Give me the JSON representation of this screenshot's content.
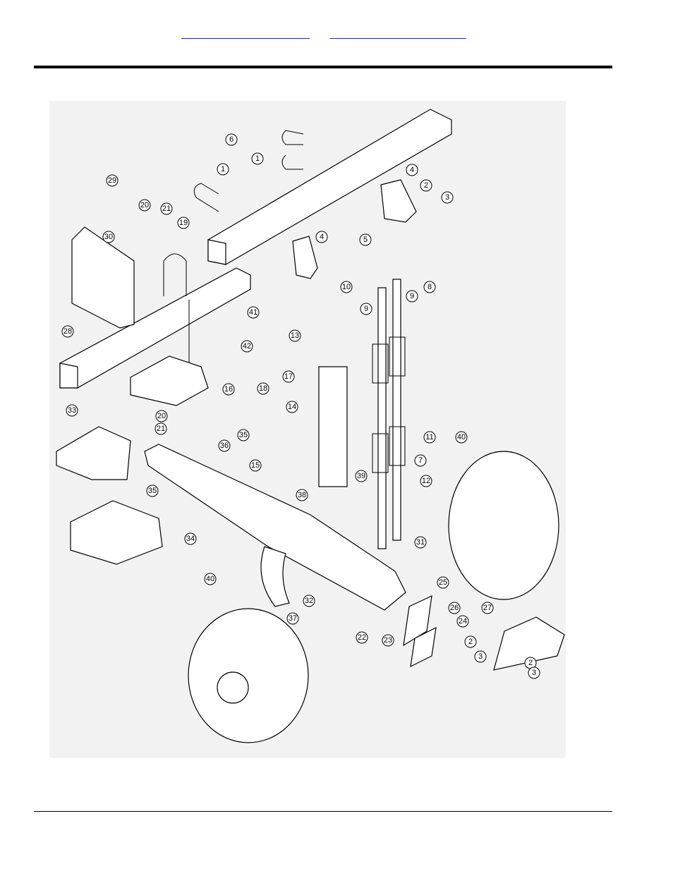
{
  "header": {
    "nav_link_1": "",
    "nav_link_2": ""
  },
  "diagram": {
    "callouts": [
      "1",
      "1",
      "2",
      "2",
      "2",
      "3",
      "3",
      "3",
      "4",
      "4",
      "5",
      "6",
      "7",
      "8",
      "9",
      "9",
      "10",
      "11",
      "12",
      "13",
      "14",
      "15",
      "16",
      "17",
      "18",
      "19",
      "20",
      "20",
      "21",
      "21",
      "22",
      "23",
      "24",
      "25",
      "26",
      "27",
      "28",
      "29",
      "30",
      "31",
      "32",
      "33",
      "34",
      "35",
      "35",
      "36",
      "37",
      "38",
      "39",
      "40",
      "40",
      "41",
      "42"
    ]
  },
  "footer": {}
}
